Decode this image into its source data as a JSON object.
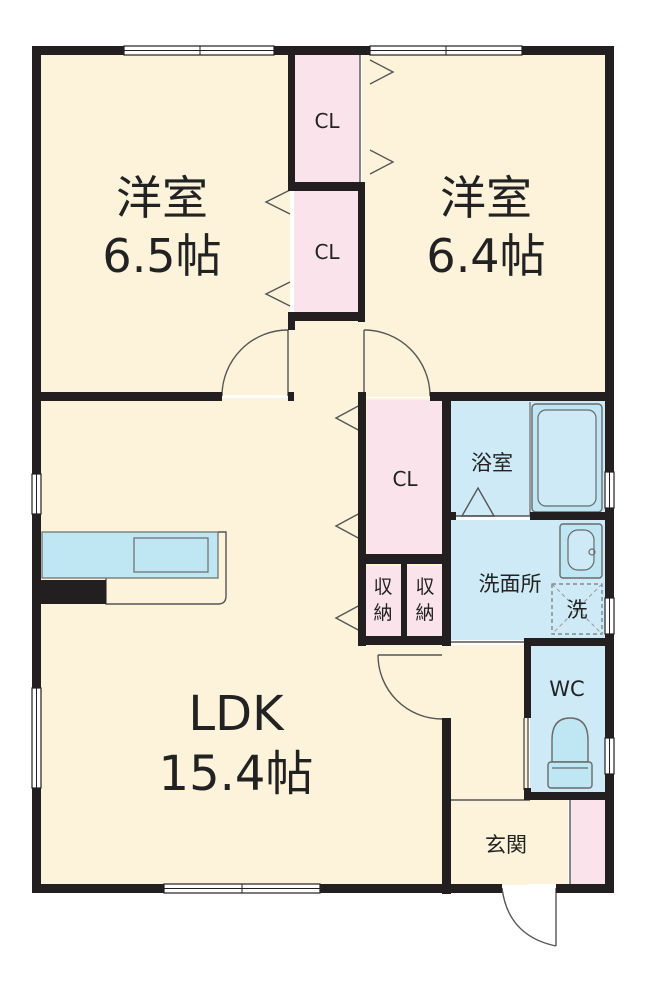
{
  "rooms": {
    "bedroom_left": {
      "name": "洋室",
      "size": "6.5帖"
    },
    "bedroom_right": {
      "name": "洋室",
      "size": "6.4帖"
    },
    "ldk": {
      "name": "LDK",
      "size": "15.4帖"
    },
    "closet_1": "CL",
    "closet_2": "CL",
    "closet_3": "CL",
    "storage_1": "収納",
    "storage_2": "収納",
    "bath": "浴室",
    "washroom": "洗面所",
    "washer": "洗",
    "toilet": "WC",
    "entrance": "玄関"
  },
  "colors": {
    "wall": "#231f20",
    "room_floor": "#fdf3da",
    "closet": "#fbe3ec",
    "wet_area": "#cdeaf6",
    "fixture": "#bfe6f3",
    "fixture_line": "#6a6a6a"
  }
}
